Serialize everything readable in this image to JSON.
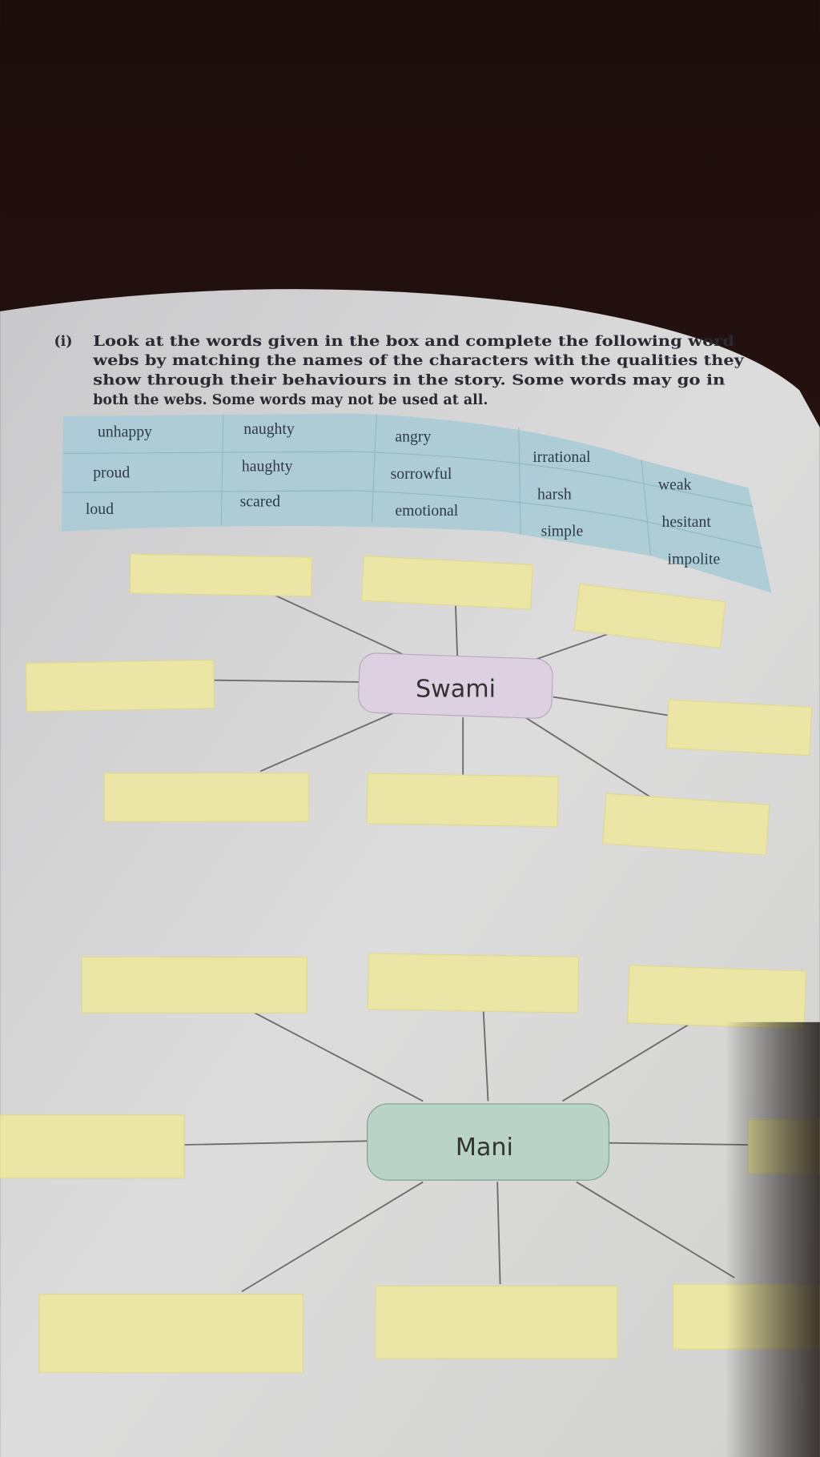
{
  "question": {
    "number": "(i)",
    "lines": [
      "Look at the words given in the box and complete the following word",
      "webs by matching the names of the characters with the qualities they",
      "show through their behaviours in the story. Some words may go in",
      "both the webs. Some words may not be used at all."
    ]
  },
  "word_box": {
    "words": [
      "unhappy",
      "naughty",
      "angry",
      "irrational",
      "proud",
      "haughty",
      "sorrowful",
      "harsh",
      "weak",
      "loud",
      "scared",
      "emotional",
      "simple",
      "hesitant",
      "impolite"
    ],
    "color": "#a9cbd6"
  },
  "webs": [
    {
      "center": "Swami",
      "center_color": "#ddd0e0",
      "blank_count": 8
    },
    {
      "center": "Mani",
      "center_color": "#b9d3c8",
      "blank_count": 8
    }
  ],
  "colors": {
    "background": "#2a1512",
    "page": "#d8d8d8",
    "blank_box": "#ece6a6"
  }
}
